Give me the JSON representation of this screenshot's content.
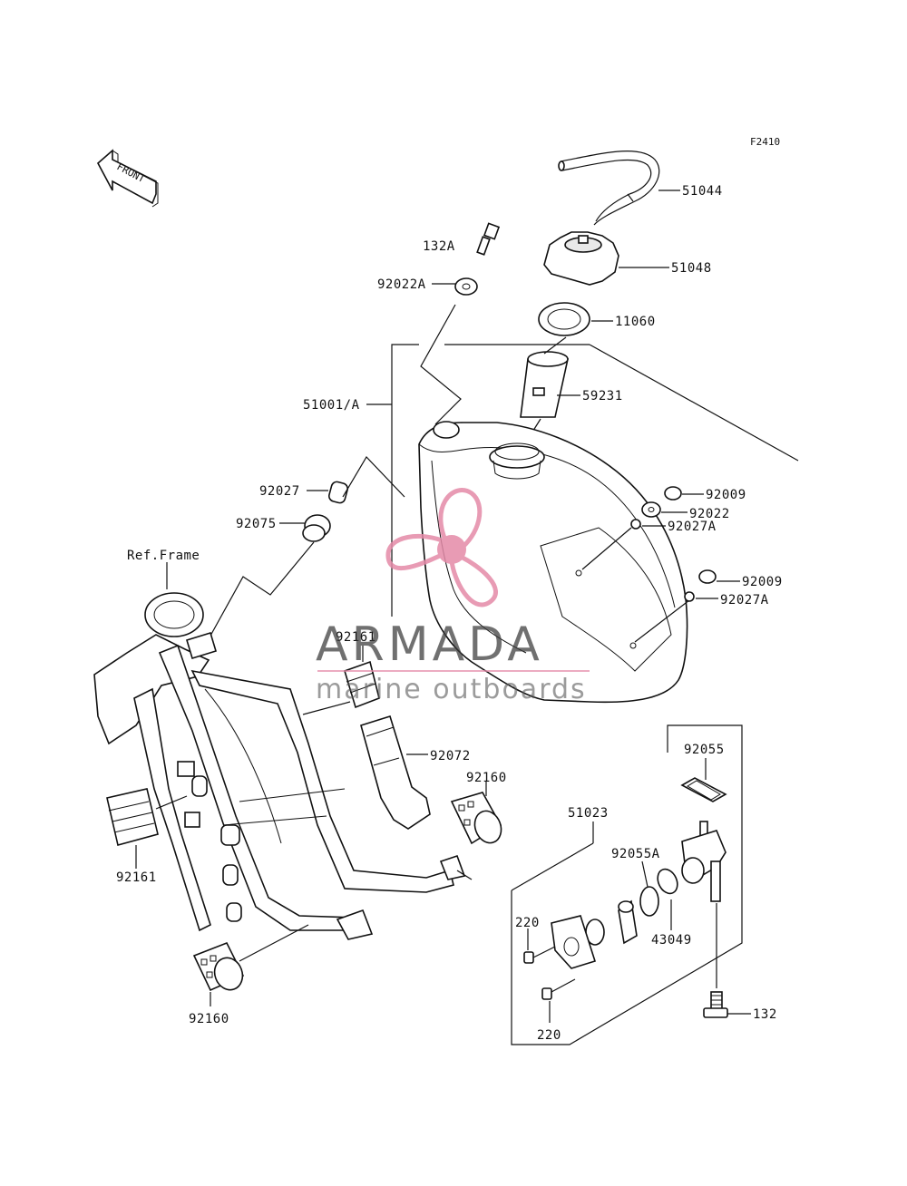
{
  "diagram_id": "F2410",
  "front_label": "FRONT",
  "ref_frame_label": "Ref.Frame",
  "callouts": {
    "p51044": "51044",
    "p132A": "132A",
    "p51048": "51048",
    "p92022A": "92022A",
    "p11060": "11060",
    "p59231": "59231",
    "p51001A": "51001/A",
    "p92027": "92027",
    "p92075": "92075",
    "p92009a": "92009",
    "p92022": "92022",
    "p92027Aa": "92027A",
    "p92009b": "92009",
    "p92027Ab": "92027A",
    "p92161a": "92161",
    "p92072": "92072",
    "p92160a": "92160",
    "p92161b": "92161",
    "p92055": "92055",
    "p51023": "51023",
    "p92055A": "92055A",
    "p220a": "220",
    "p43049": "43049",
    "p220b": "220",
    "p132": "132",
    "p92160b": "92160"
  },
  "watermark": {
    "title": "ARMADA",
    "subtitle": "marine outboards",
    "logo_color": "#e48aa8"
  }
}
